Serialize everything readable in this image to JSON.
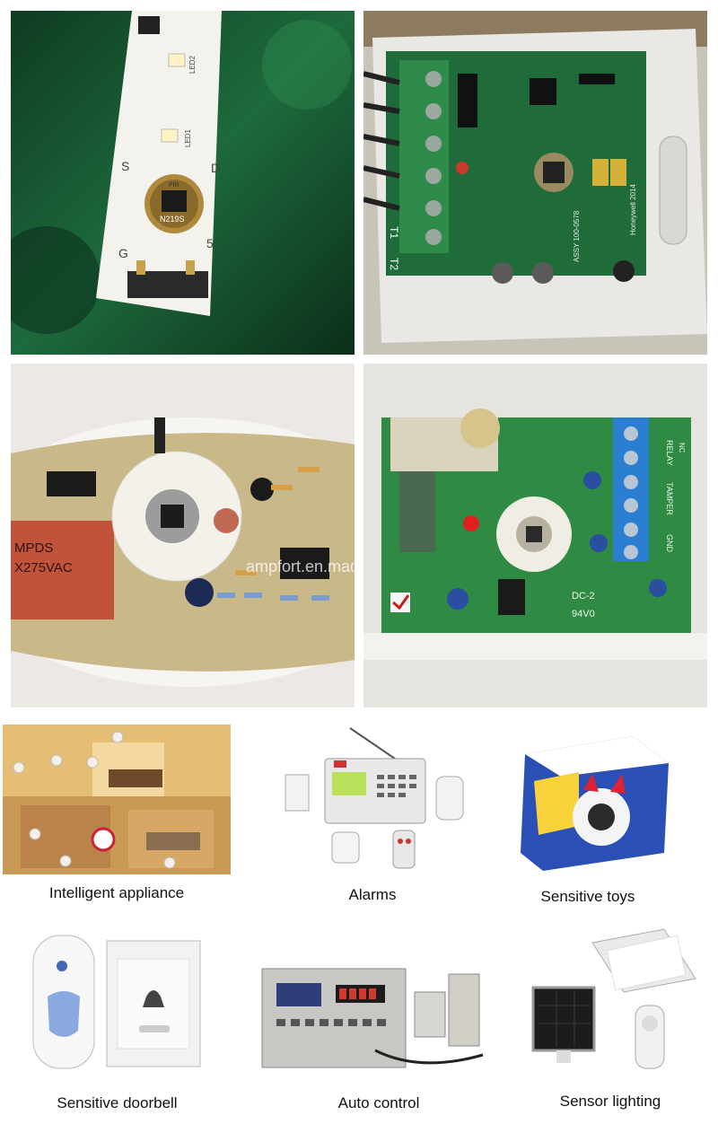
{
  "watermark": "ampfort.en.made-in-china.com",
  "pcb_labels": {
    "p1_chip": "N219S",
    "p1_pir": "PIR",
    "p1_led1": "LED1",
    "p1_led2": "LED2",
    "p1_g": "G",
    "p1_s": "S",
    "p1_d": "D",
    "p1_5": "5",
    "p2_t1": "T1",
    "p2_t2": "T2",
    "p2_assy": "ASSY 100-0578",
    "p2_hw": "Honeywell 2014",
    "p3_cap": "MPDS",
    "p3_cap2": "X275VAC",
    "p4_relay": "RELAY",
    "p4_tamper": "TAMPER",
    "p4_nc": "NC",
    "p4_gnd": "GND",
    "p4_dc": "DC-2",
    "p4_94": "94V0"
  },
  "applications": [
    {
      "label": "Intelligent appliance"
    },
    {
      "label": "Alarms"
    },
    {
      "label": "Sensitive toys"
    },
    {
      "label": "Sensitive doorbell"
    },
    {
      "label": "Auto control"
    },
    {
      "label": "Sensor lighting"
    }
  ],
  "colors": {
    "pcb_green": "#1f6b3a",
    "board_white": "#f2f0ea",
    "cable_orange": "#c9581f",
    "terminal_green": "#2e8b4a",
    "terminal_blue": "#2a7fd0"
  }
}
